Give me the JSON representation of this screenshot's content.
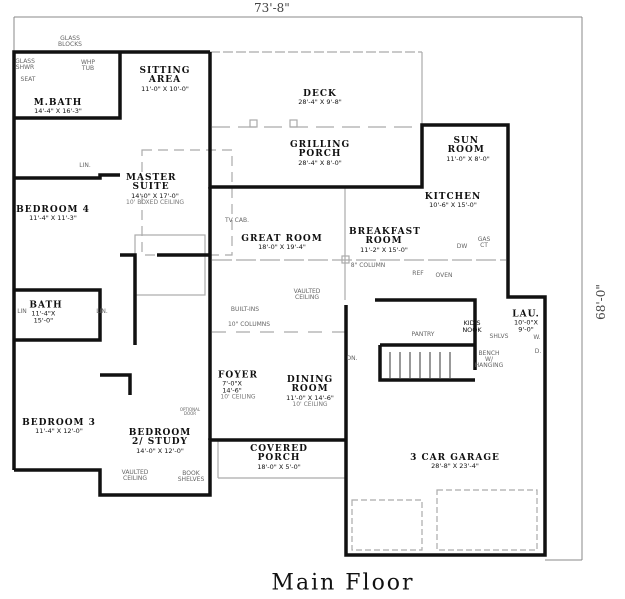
{
  "dimensions": {
    "width": "73'-8\"",
    "depth": "68'-0\""
  },
  "title": "Main Floor",
  "rooms": {
    "sitting": {
      "name": "SITTING AREA",
      "size": "11'-0\" X 10'-0\""
    },
    "deck": {
      "name": "DECK",
      "size": "28'-4\" X 9'-8\""
    },
    "grilling": {
      "name": "GRILLING PORCH",
      "size": "28'-4\" X 8'-0\""
    },
    "sun": {
      "name": "SUN ROOM",
      "size": "11'-0\" X 8'-0\""
    },
    "mbath": {
      "name": "M.BATH",
      "size": "14'-4\" X 16'-3\""
    },
    "master": {
      "name": "MASTER SUITE",
      "size": "14'-0\" X 17'-0\"",
      "note": "10' BOXED CEILING"
    },
    "bed4": {
      "name": "BEDROOM 4",
      "size": "11'-4\" X 11'-3\""
    },
    "kitchen": {
      "name": "KITCHEN",
      "size": "10'-6\" X 15'-0\""
    },
    "great": {
      "name": "GREAT ROOM",
      "size": "18'-0\" X 19'-4\""
    },
    "breakfast": {
      "name": "BREAKFAST ROOM",
      "size": "11'-2\" X 15'-0\""
    },
    "bath": {
      "name": "BATH",
      "size": "11'-4\"X 15'-0\""
    },
    "lau": {
      "name": "LAU.",
      "size": "10'-0\"X 9'-0\""
    },
    "kids": {
      "name": "KID'S NOOK"
    },
    "foyer": {
      "name": "FOYER",
      "size": "7'-0\"X 14'-6\"",
      "note": "10' CEILING"
    },
    "dining": {
      "name": "DINING ROOM",
      "size": "11'-0\" X 14'-6\"",
      "note": "10' CEILING"
    },
    "bed3": {
      "name": "BEDROOM 3",
      "size": "11'-4\" X 12'-0\""
    },
    "bed2": {
      "name": "BEDROOM 2/ STUDY",
      "size": "14'-0\" X 12'-0\""
    },
    "porch": {
      "name": "COVERED PORCH",
      "size": "18'-0\" X 5'-0\""
    },
    "garage": {
      "name": "3 CAR GARAGE",
      "size": "28'-8\" X 23'-4\""
    }
  },
  "notes": {
    "glass_blocks": "GLASS BLOCKS",
    "glass_shwr": "GLASS SHWR",
    "seat": "SEAT",
    "whp_tub": "WHP TUB",
    "lin1": "LIN.",
    "lin2": "LIN",
    "lin3": "LIN.",
    "tv_cab": "TV CAB.",
    "column8": "8\" COLUMN",
    "vaulted": "VAULTED CEILING",
    "built_ins": "BUILT-INS",
    "columns10": "10\" COLUMNS",
    "ref": "REF",
    "oven": "OVEN",
    "dw": "DW",
    "gas_ct": "GAS CT",
    "pantry": "PANTRY",
    "shlvs": "SHLVS",
    "w": "W.",
    "d": "D.",
    "bench": "BENCH W/ HANGING",
    "dn": "DN.",
    "vaulted2": "VAULTED CEILING",
    "book": "BOOK SHELVES",
    "optional_door": "OPTIONAL DOOR"
  }
}
